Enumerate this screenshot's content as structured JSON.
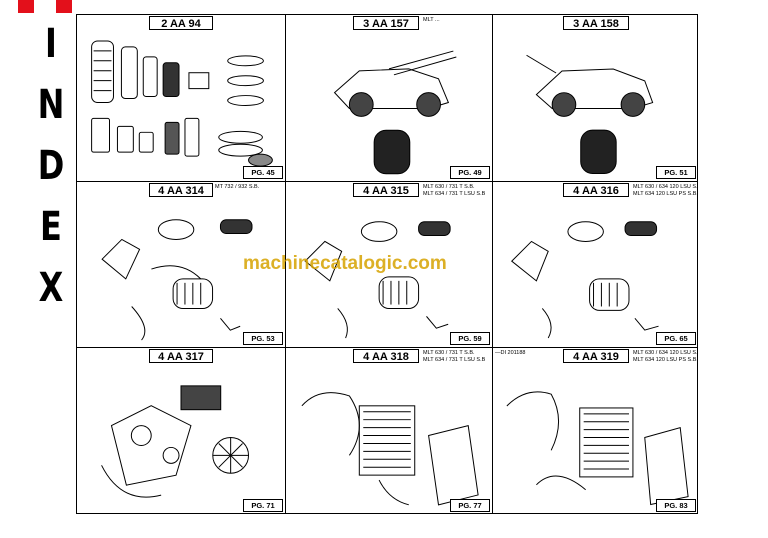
{
  "index_title": [
    "I",
    "N",
    "D",
    "E",
    "X"
  ],
  "watermark": "machinecatalogic.com",
  "colors": {
    "accent": "#e3101b",
    "watermark": "#d6a200"
  },
  "sections": [
    {
      "code": "2 AA 94",
      "note": "",
      "page": "PG. 45",
      "icon": "filters-and-belts-illustration"
    },
    {
      "code": "3 AA 157",
      "note": "MLT ...",
      "page": "PG. 49",
      "icon": "telehandler-front-tyre-illustration"
    },
    {
      "code": "3 AA 158",
      "note": "",
      "page": "PG. 51",
      "icon": "telehandler-rear-tyre-illustration"
    },
    {
      "code": "4 AA 314",
      "note": "MT 732 / 932 S.B.",
      "page": "PG. 53",
      "icon": "air-filter-illustration"
    },
    {
      "code": "4 AA 315",
      "note": "MLT 630 / 731 T S.B.\nMLT 634 / 731 T LSU S.B",
      "page": "PG. 59",
      "icon": "air-filter-illustration"
    },
    {
      "code": "4 AA 316",
      "note": "MLT 630 / 634 120 LSU S.B.\nMLT 634 120 LSU PS S.B.",
      "page": "PG. 65",
      "icon": "air-filter-illustration"
    },
    {
      "code": "4 AA 317",
      "note": "",
      "page": "PG. 71",
      "icon": "fan-belt-illustration"
    },
    {
      "code": "4 AA 318",
      "note": "MLT 630 / 731 T S.B.\nMLT 634 / 731 T LSU S.B",
      "page": "PG. 77",
      "icon": "radiator-illustration"
    },
    {
      "code": "4 AA 319",
      "note": "MLT 630 / 634 120 LSU S.B.\nMLT 634 120 LSU PS S.B.",
      "note_left": "—DI 201188",
      "page": "PG. 83",
      "icon": "radiator-illustration"
    }
  ]
}
